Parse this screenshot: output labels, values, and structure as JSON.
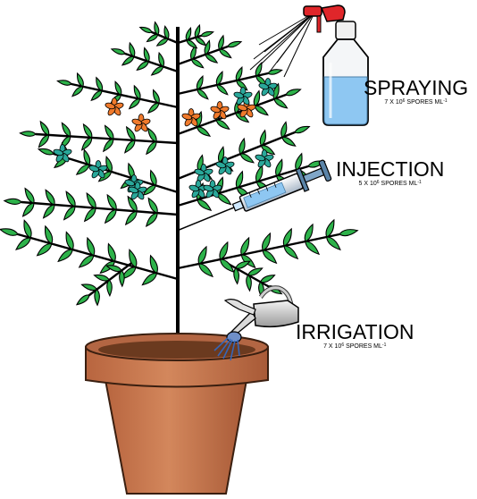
{
  "methods": [
    {
      "name": "SPRAYING",
      "conc_prefix": "7 X 10",
      "conc_exp": "6",
      "conc_unit": "SPORES ML",
      "conc_unit_exp": "-1"
    },
    {
      "name": "INJECTION",
      "conc_prefix": "5 X 10",
      "conc_exp": "6",
      "conc_unit": "SPORES ML",
      "conc_unit_exp": "-1"
    },
    {
      "name": "IRRIGATION",
      "conc_prefix": "7 X 10",
      "conc_exp": "6",
      "conc_unit": "SPORES ML",
      "conc_unit_exp": "-1"
    }
  ],
  "colors": {
    "pot": "#c8774f",
    "leaf": "#2db24a",
    "stem": "#000000",
    "flower_orange": "#f07a2c",
    "flower_teal": "#2aa89a",
    "liquid": "#8ec7f2",
    "spray_nozzle": "#e0262a"
  },
  "icons": [
    "tomato-plant-icon",
    "flower-pot-icon",
    "spray-bottle-icon",
    "syringe-icon",
    "watering-can-icon"
  ]
}
